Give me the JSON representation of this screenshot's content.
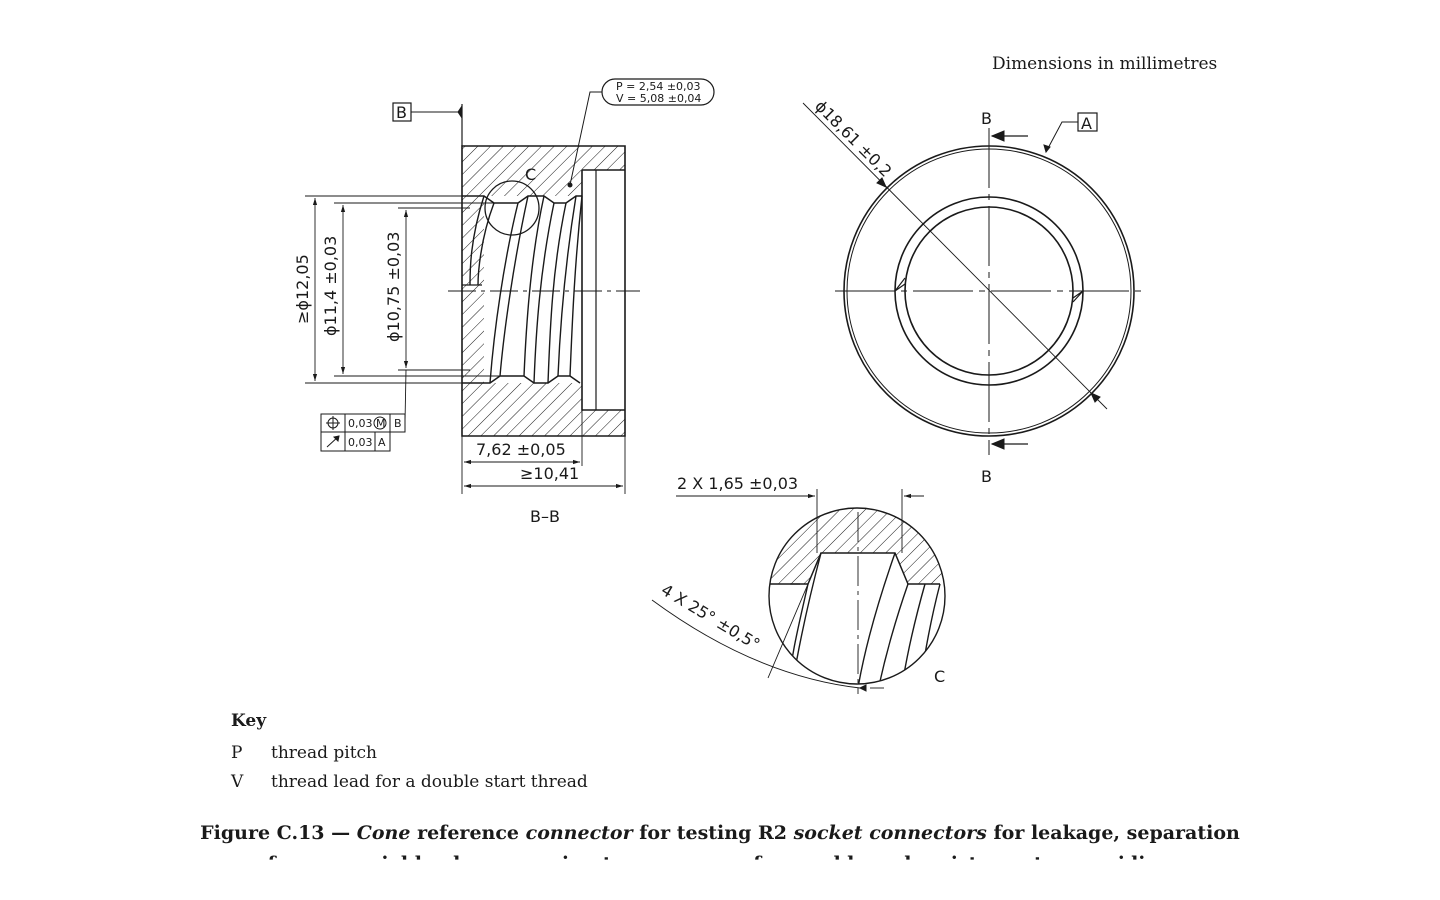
{
  "units_note": "Dimensions in millimetres",
  "datums": {
    "b": "B",
    "a": "A"
  },
  "section": {
    "label": "B–B",
    "mark": "B",
    "detail_mark": "C"
  },
  "callout": {
    "pitch": "P = 2,54 ±0,03",
    "lead": "V = 5,08 ±0,04"
  },
  "dims": {
    "d1": "≥ϕ12,05",
    "d2": "ϕ11,4  ±0,03",
    "d3": "ϕ10,75  ±0,03",
    "len1": "7,62  ±0,05",
    "len2": "≥10,41",
    "outer_dia": "ϕ18,61 ±0,2",
    "flat": "2 X 1,65  ±0,03",
    "angle": "4 X 25° ±0,5°"
  },
  "tolerance": {
    "position": {
      "symbol": "⌖",
      "value": "0,03",
      "modifier": "M",
      "datum": "B"
    },
    "runout": {
      "symbol": "↗",
      "value": "0,03",
      "datum": "A"
    }
  },
  "key": {
    "title": "Key",
    "items": [
      {
        "sym": "P",
        "desc": "thread pitch"
      },
      {
        "sym": "V",
        "desc": "thread lead for a double start thread"
      }
    ]
  },
  "caption": {
    "prefix": "Figure C.13 — ",
    "w1": "Cone",
    "t1": " reference ",
    "w2": "connector",
    "t2": " for testing R2 ",
    "w3": "socket connectors",
    "t3": " for leakage, separation",
    "line2": "from an axial load, unscrewing torque, ease of assembly and resistance to overriding"
  }
}
